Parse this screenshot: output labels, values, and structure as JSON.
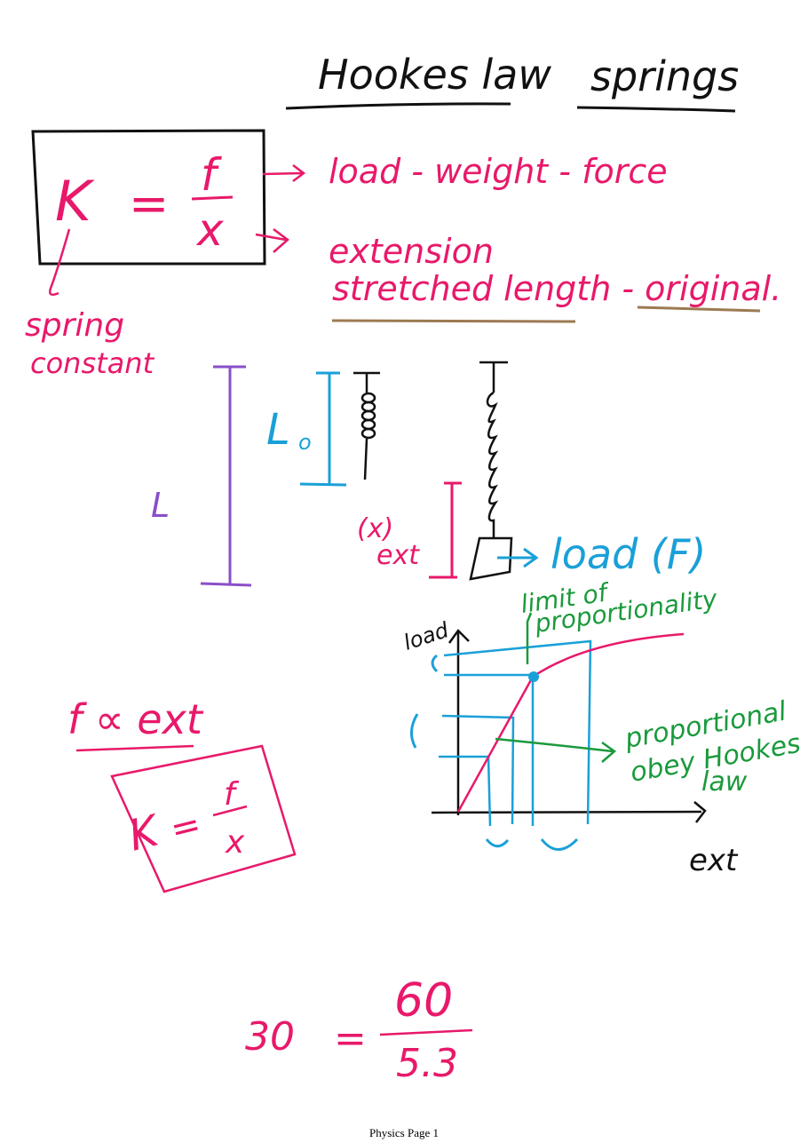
{
  "colors": {
    "ink_black": "#111111",
    "ink_pink": "#e8196a",
    "ink_blue": "#1aa0d8",
    "ink_purple": "#8a4fc9",
    "ink_green": "#1a9a3c",
    "ink_brown": "#9c7a52"
  },
  "title": {
    "left": "Hookes law",
    "right": "springs"
  },
  "formula_box": {
    "k": "K",
    "equals": "=",
    "numerator": "f",
    "denominator": "x"
  },
  "f_meaning": "load - weight - force",
  "x_meaning": {
    "line1": "extension",
    "line2": "stretched length - original."
  },
  "k_meaning": {
    "line1": "spring",
    "line2": "constant"
  },
  "spring_diagram": {
    "l0_label": "L",
    "l0_subscript": "o",
    "l_label": "L",
    "ext_label_top": "(x)",
    "ext_label_bottom": "ext",
    "load_label": "load (F)"
  },
  "graph": {
    "ylabel": "load",
    "xlabel": "ext",
    "limit_label_line1": "limit of",
    "limit_label_line2": "proportionality",
    "region_label_line1": "proportional",
    "region_label_line2": "obey Hookes",
    "region_label_line3": "law"
  },
  "proportional": {
    "text": "f ∝ ext"
  },
  "boxed_formula": {
    "k": "K",
    "equals": "=",
    "numerator": "f",
    "denominator": "x"
  },
  "calc": {
    "lhs": "30",
    "equals": "=",
    "numerator": "60",
    "denominator": "5.3"
  },
  "footer": "Physics Page 1"
}
